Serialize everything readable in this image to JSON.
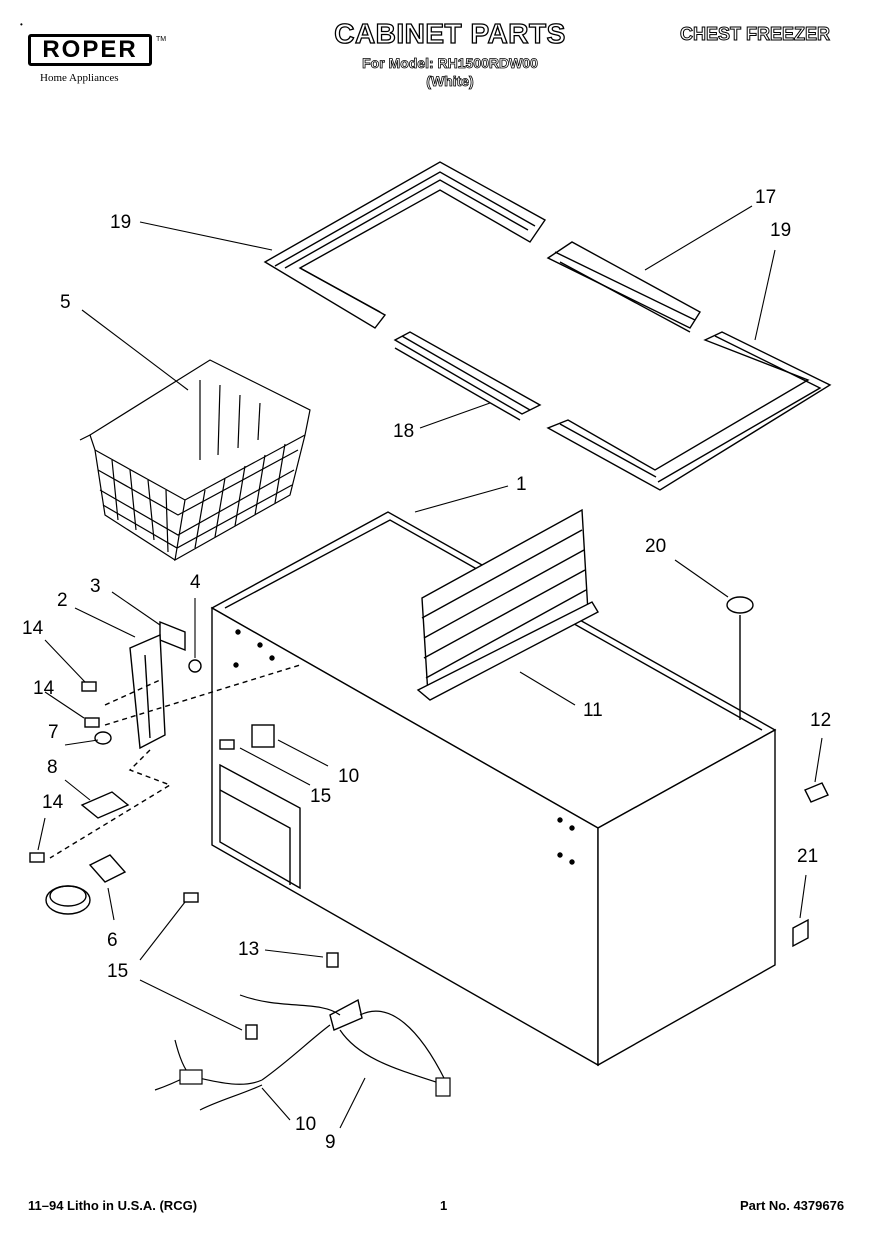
{
  "header": {
    "brand": "ROPER",
    "brand_trademark": "TM",
    "brand_mark": "•",
    "brand_tagline": "Home Appliances",
    "title": "CABINET PARTS",
    "model_line": "For Model: RH1500RDW00",
    "color_line": "(White)",
    "category": "CHEST FREEZER"
  },
  "callouts": {
    "c1": "1",
    "c2": "2",
    "c3": "3",
    "c4": "4",
    "c5": "5",
    "c6": "6",
    "c7": "7",
    "c8": "8",
    "c9": "9",
    "c10a": "10",
    "c10b": "10",
    "c11": "11",
    "c12": "12",
    "c13": "13",
    "c14a": "14",
    "c14b": "14",
    "c14c": "14",
    "c15a": "15",
    "c15b": "15",
    "c17": "17",
    "c18": "18",
    "c19a": "19",
    "c19b": "19",
    "c20": "20",
    "c21": "21"
  },
  "footer": {
    "print_info": "11–94 Litho in U.S.A. (RCG)",
    "page_number": "1",
    "part_number": "Part No. 4379676"
  }
}
